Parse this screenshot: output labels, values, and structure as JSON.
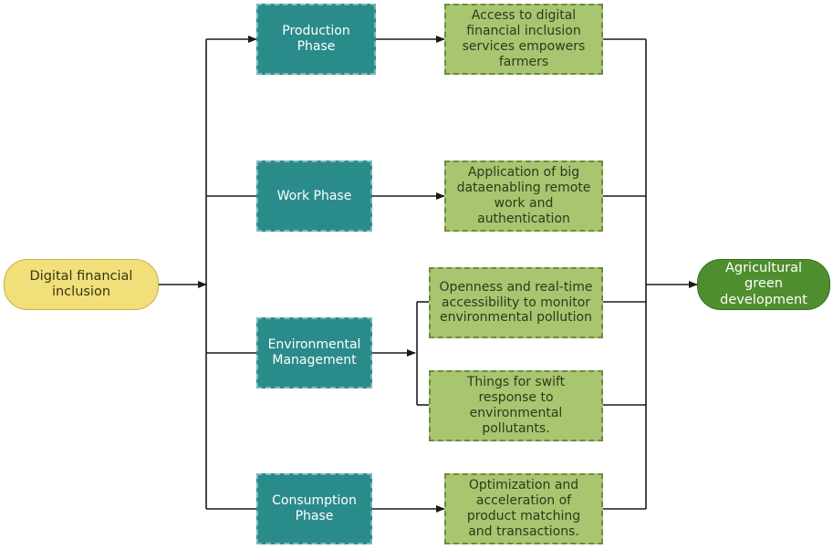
{
  "start_node": {
    "label": "Digital financial inclusion"
  },
  "end_node": {
    "label": "Agricultural green development"
  },
  "phases": [
    {
      "label": "Production Phase"
    },
    {
      "label": "Work Phase"
    },
    {
      "label": "Environmental Management"
    },
    {
      "label": "Consumption Phase"
    }
  ],
  "outcomes": [
    {
      "label": "Access to digital financial inclusion services empowers farmers"
    },
    {
      "label": "Application of big dataenabling remote work and authentication"
    },
    {
      "label": "Openness and real-time accessibility to monitor environmental pollution"
    },
    {
      "label": "Things for swift response to environmental pollutants."
    },
    {
      "label": "Optimization and acceleration of product matching and transactions."
    }
  ],
  "colors": {
    "phase_fill": "#2a8b8b",
    "outcome_fill": "#a8c570",
    "start_fill": "#f1df7a",
    "end_fill": "#4f8e2e",
    "connector": "#1a1a1a"
  }
}
